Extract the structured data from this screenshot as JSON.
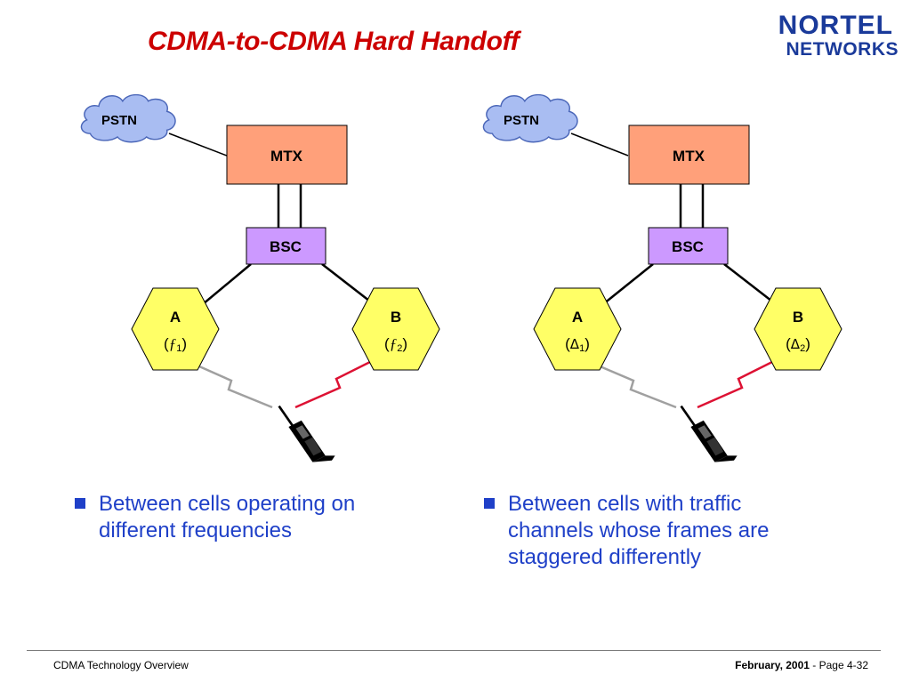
{
  "slide": {
    "title": "CDMA-to-CDMA Hard Handoff"
  },
  "logo": {
    "line1": "NORTEL",
    "line2": "NETWORKS"
  },
  "left_diagram": {
    "pstn": "PSTN",
    "mtx": "MTX",
    "bsc": "BSC",
    "cell_a": {
      "name": "A",
      "sym": "ƒ",
      "sub": "1"
    },
    "cell_b": {
      "name": "B",
      "sym": "ƒ",
      "sub": "2"
    }
  },
  "right_diagram": {
    "pstn": "PSTN",
    "mtx": "MTX",
    "bsc": "BSC",
    "cell_a": {
      "name": "A",
      "sym": "Δ",
      "sub": "1"
    },
    "cell_b": {
      "name": "B",
      "sym": "Δ",
      "sub": "2"
    }
  },
  "bullets": {
    "left": [
      "Between cells operating on",
      "different frequencies"
    ],
    "right": [
      "Between cells with traffic",
      "channels whose frames are",
      "staggered differently"
    ]
  },
  "footer": {
    "left": "CDMA Technology Overview",
    "date": "February, 2001",
    "separator": " - ",
    "page": "Page 4-32"
  },
  "colors": {
    "title": "#cc0000",
    "logo": "#1a3a9a",
    "cloud": "#a9bdf2",
    "mtx": "#ffa07a",
    "bsc": "#cc99ff",
    "cell": "#ffff66",
    "link_a": "#a0a0a0",
    "link_b": "#dd1133",
    "bullet": "#1f40c8"
  },
  "icons": {
    "network_cloud": "cloud-icon",
    "mobile": "cell-phone-icon"
  }
}
